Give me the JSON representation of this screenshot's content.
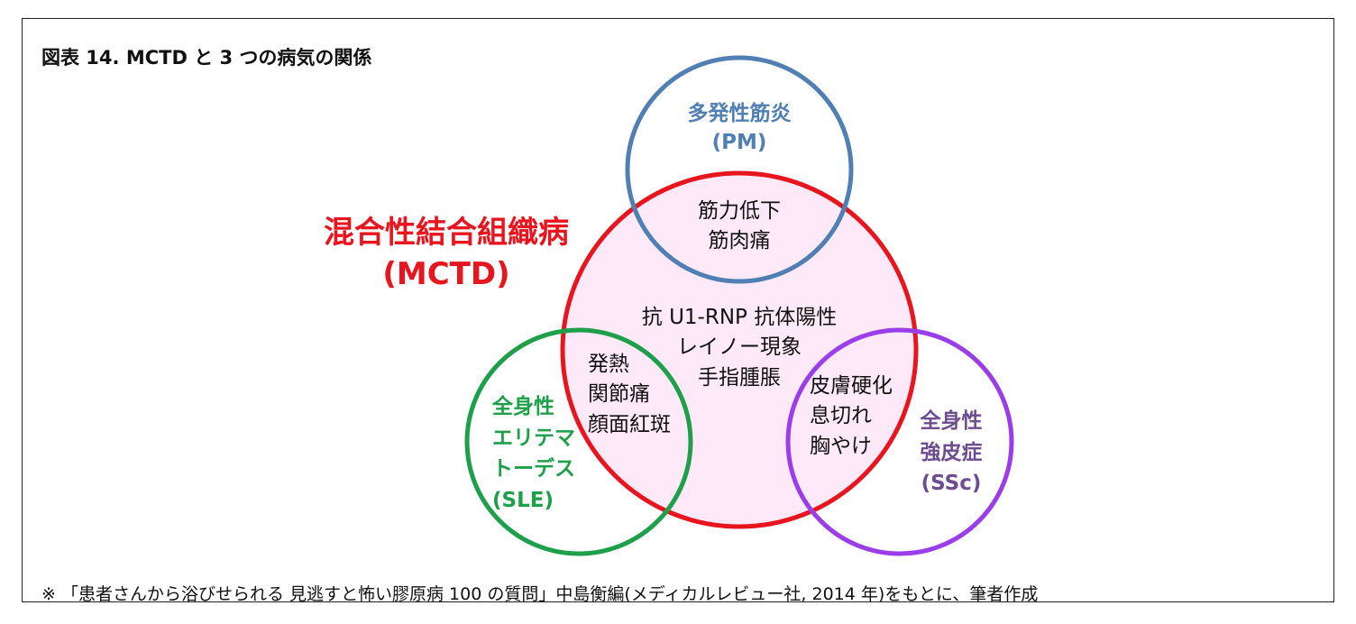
{
  "title": "図表 14. MCTD と 3 つの病気の関係",
  "footnote": "※ 「患者さんから浴びせられる 見逃すと怖い膠原病 100 の質問」中島衡編(メディカルレビュー社, 2014 年)をもとに、筆者作成",
  "colors": {
    "mctd": "#e8141e",
    "mctd_fill": "#fde9f7",
    "pm": "#4f7fb3",
    "sle": "#1ea04a",
    "ssc_circle": "#9b3de8",
    "ssc_text": "#6d4c8f"
  },
  "mctd": {
    "name": "混合性結合組織病",
    "abbr": "(MCTD)"
  },
  "pm": {
    "name": "多発性筋炎",
    "abbr": "(PM)"
  },
  "sle": {
    "lines": [
      "全身性",
      "エリテマ",
      "トーデス",
      "(SLE)"
    ]
  },
  "ssc": {
    "lines": [
      "全身性",
      "強皮症",
      "(SSc)"
    ]
  },
  "overlap_pm": [
    "筋力低下",
    "筋肉痛"
  ],
  "center": [
    "抗 U1-RNP 抗体陽性",
    "レイノー現象",
    "手指腫脹"
  ],
  "overlap_sle": [
    "発熱",
    "関節痛",
    "顔面紅斑"
  ],
  "overlap_ssc": [
    "皮膚硬化",
    "息切れ",
    "胸やけ"
  ]
}
